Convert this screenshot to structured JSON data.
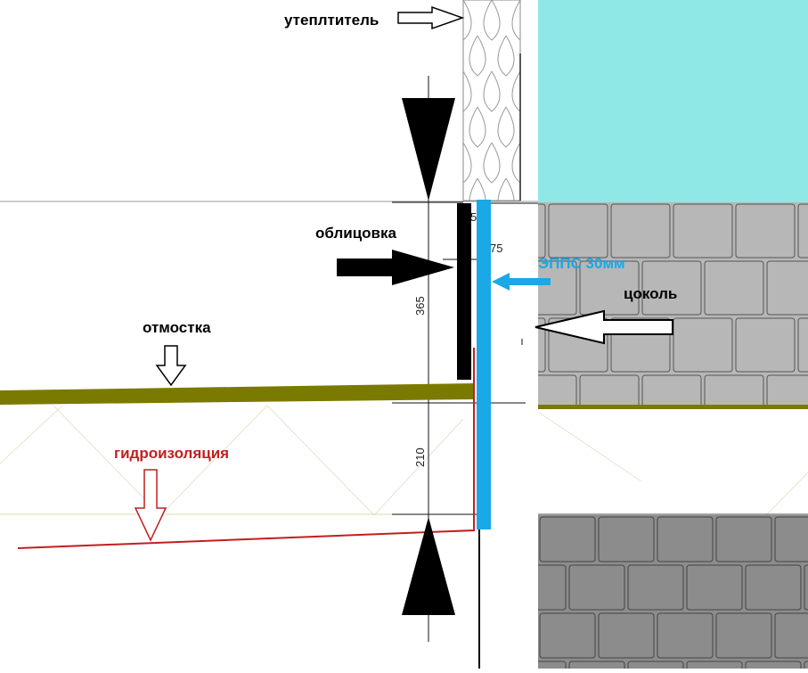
{
  "labels": {
    "insulation": "утеплтитель",
    "cladding": "облицовка",
    "epps": "ЭППС 30мм",
    "plinth": "цоколь",
    "blind_area": "отмостка",
    "waterproofing": "гидроизоляция"
  },
  "dimensions": {
    "dim_365": "365",
    "dim_210": "210",
    "dim_75": "75",
    "dim_5": "5"
  },
  "colors": {
    "sky": "#8fe8e6",
    "brick_fill": "#b7b7b7",
    "brick_fill_dark": "#8c8c8c",
    "brick_line": "#555555",
    "blind_area": "#7b7a00",
    "epps": "#1aa8e6",
    "waterproofing": "#c21f1f",
    "epps_label": "#1aa8e6",
    "waterproofing_label": "#c21f1f",
    "text": "#000000"
  }
}
